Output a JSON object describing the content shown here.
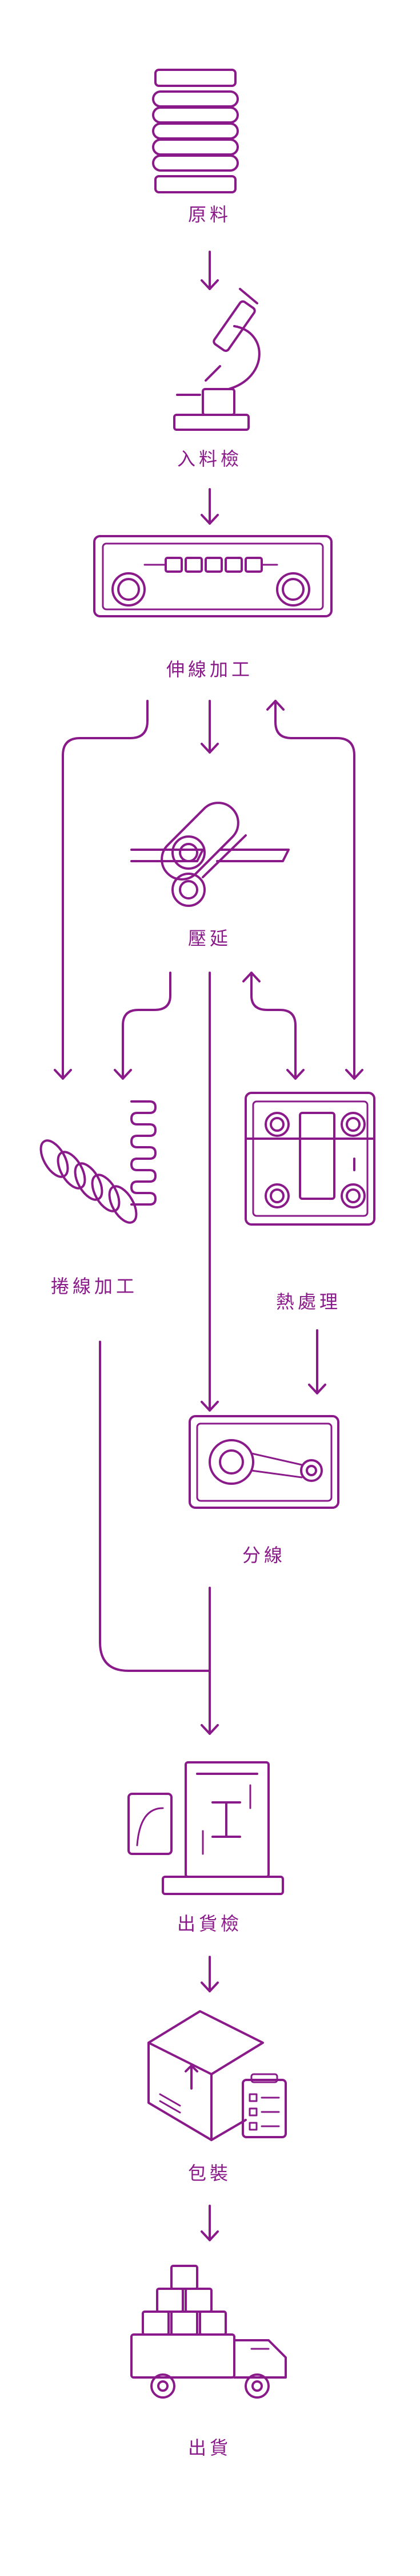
{
  "colors": {
    "line": "#8a1a8a",
    "background": "#ffffff"
  },
  "steps": [
    {
      "label": "原料",
      "icon": "wire-spool-icon"
    },
    {
      "label": "入料檢",
      "icon": "microscope-icon"
    },
    {
      "label": "伸線加工",
      "icon": "wire-drawing-machine-icon"
    },
    {
      "label": "壓延",
      "icon": "rolling-mill-icon"
    },
    {
      "label": "捲線加工",
      "icon": "coil-spring-icon"
    },
    {
      "label": "熱處理",
      "icon": "heat-treatment-furnace-icon"
    },
    {
      "label": "分線",
      "icon": "wire-splitting-machine-icon"
    },
    {
      "label": "出貨檢",
      "icon": "tensile-testing-machine-icon"
    },
    {
      "label": "包裝",
      "icon": "package-checklist-icon"
    },
    {
      "label": "出貨",
      "icon": "delivery-truck-icon"
    }
  ]
}
